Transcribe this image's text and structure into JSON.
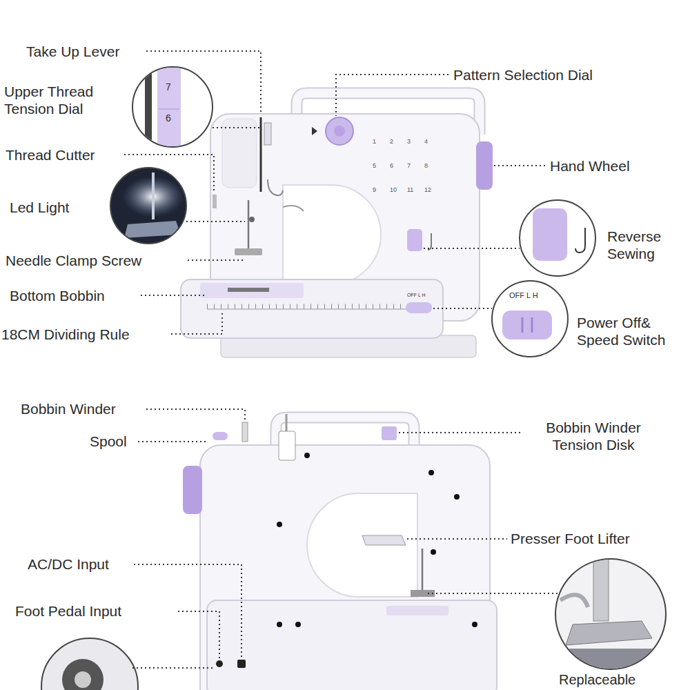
{
  "diagram": {
    "labels": [
      "Take Up Lever",
      "Upper Thread Tension Dial",
      "Thread Cutter",
      "Led Light",
      "Needle Clamp Screw",
      "Bottom Bobbin",
      "18CM Dividing Rule",
      "Pattern Selection Dial",
      "Hand Wheel",
      "Reverse Sewing",
      "Power Off& Speed Switch",
      "Bobbin Winder",
      "Spool",
      "Bobbin Winder Tension Disk",
      "Presser Foot Lifter",
      "AC/DC Input",
      "Foot Pedal Input",
      "Replaceable",
      "OFF L H",
      "OFF L H",
      "7",
      "6",
      "1",
      "2",
      "3",
      "4",
      "5",
      "6",
      "7",
      "8",
      "9",
      "10",
      "11",
      "12"
    ]
  }
}
